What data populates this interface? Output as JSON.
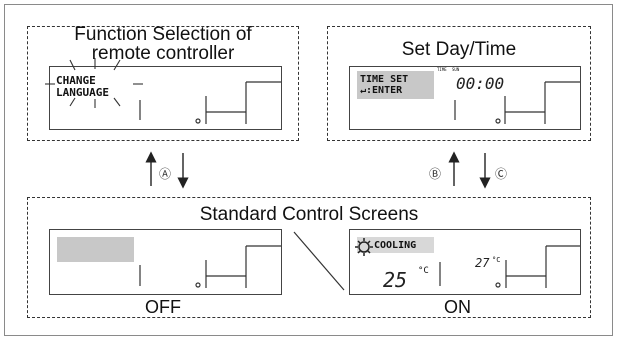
{
  "panels": {
    "function_selection": {
      "title_line1": "Function Selection of",
      "title_line2": "remote controller",
      "lcd_line1": "CHANGE",
      "lcd_line2": "LANGUAGE"
    },
    "set_day_time": {
      "title": "Set Day/Time",
      "lcd_line1": "TIME SET",
      "lcd_line2": "↵:ENTER",
      "small_label_time": "TIME",
      "small_label_day": "SUN",
      "clock": "00:00"
    },
    "standard": {
      "title": "Standard Control Screens",
      "off_label": "OFF",
      "on_label": "ON",
      "mode_text": "COOLING",
      "set_temp": "25",
      "set_temp_unit": "°C",
      "room_temp": "27",
      "room_temp_unit": "°C"
    }
  },
  "arrow_marks": {
    "a": "Ⓐ",
    "b": "Ⓑ",
    "c": "Ⓒ"
  }
}
